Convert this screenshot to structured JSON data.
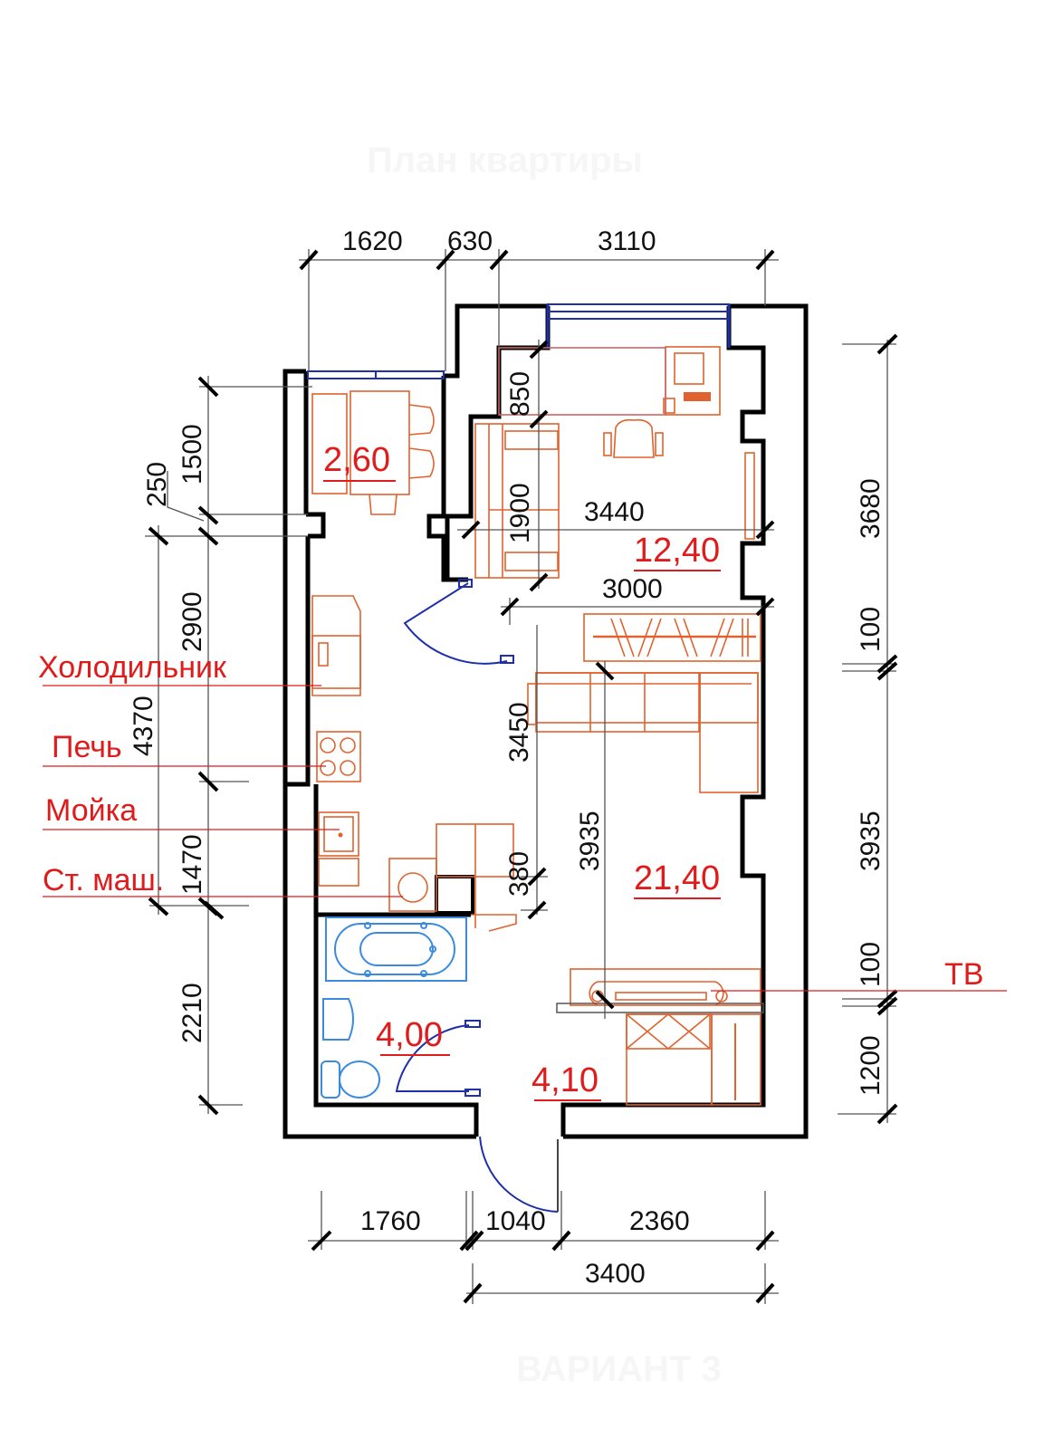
{
  "watermarks": {
    "title": "План квартиры",
    "variant": "ВАРИАНТ 3"
  },
  "rooms": [
    {
      "id": "balcony",
      "area": "2,60"
    },
    {
      "id": "bedroom",
      "area": "12,40"
    },
    {
      "id": "living",
      "area": "21,40"
    },
    {
      "id": "bathroom",
      "area": "4,00"
    },
    {
      "id": "hallway",
      "area": "4,10"
    }
  ],
  "labels": {
    "fridge": "Холодильник",
    "stove": "Печь",
    "sink": "Мойка",
    "washer": "Ст. маш.",
    "tv": "ТВ"
  },
  "dimensions": {
    "top": [
      "1620",
      "630",
      "3110"
    ],
    "left_outer": [
      "250",
      "1500",
      "2900",
      "4370",
      "1470",
      "2210"
    ],
    "right": [
      "3680",
      "100",
      "3935",
      "100",
      "1200"
    ],
    "bottom": [
      "1760",
      "1040",
      "2360"
    ],
    "bottom_total": "3400",
    "interior": {
      "bedroom_depth": "850",
      "sofa_length": "1900",
      "bedroom_width": "3440",
      "living_width": "3000",
      "living_depth_left": "3450",
      "living_depth": "3935",
      "niche": "380"
    }
  },
  "colors": {
    "walls": "#000000",
    "furniture": "#e0622e",
    "text_red": "#e01b1b",
    "windows": "#1f2fa8",
    "plumbing": "#3a8be0"
  }
}
